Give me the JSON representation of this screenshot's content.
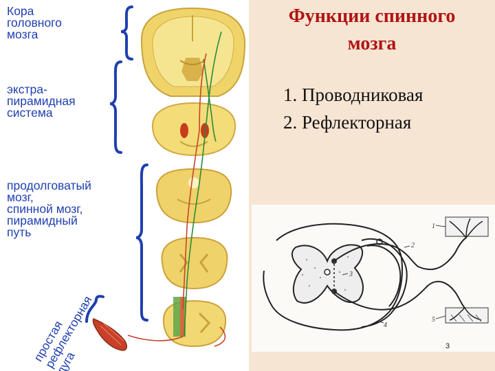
{
  "title": {
    "line1": "Функции спинного",
    "line2": "мозга"
  },
  "functions": [
    "1. Проводниковая",
    "2. Рефлекторная"
  ],
  "labels": {
    "cortex": "Кора\nголовного\nмозга",
    "extrapyramidal": "экстра-\nпирамидная\nсистема",
    "medulla": "продолговатый\nмозг,\nспинной мозг,\nпирамидный\nпуть",
    "reflex_arc": "простая\nрефлекторная\nдуга"
  },
  "reflex_diagram": {
    "markers": [
      "1",
      "2",
      "3",
      "4",
      "5"
    ]
  },
  "page_number": "3",
  "colors": {
    "label_blue": "#1f3fb0",
    "title_red": "#b01414",
    "tissue_yellow": "#f1d66a",
    "tissue_gold": "#d8a93c",
    "pathway_green": "#2a8a3a",
    "pathway_red": "#c4452c",
    "muscle_red": "#c8402a",
    "panel_bg": "#f7e5d3"
  }
}
